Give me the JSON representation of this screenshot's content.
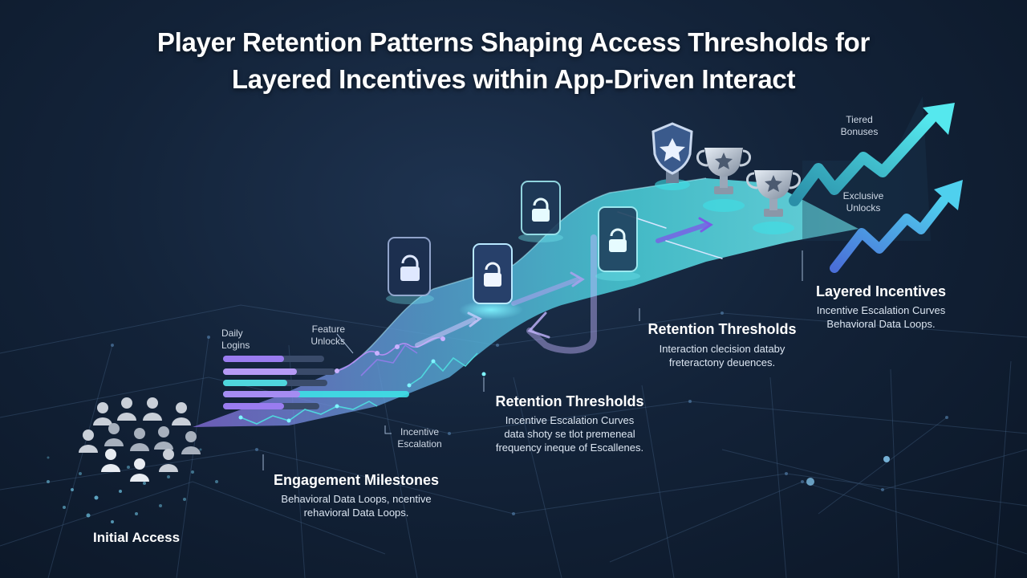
{
  "title": {
    "line1": "Player Retention Patterns Shaping Access Thresholds for",
    "line2": "Layered Incentives within App-Driven Interact"
  },
  "labels": {
    "initial_access": "Initial Access",
    "daily_logins": {
      "line1": "Daily",
      "line2": "Logins"
    },
    "feature_unlocks": {
      "line1": "Feature",
      "line2": "Unlocks"
    },
    "incentive_escalation": {
      "line1": "Incentive",
      "line2": "Escalation"
    },
    "tiered_bonuses": {
      "line1": "Tiered",
      "line2": "Bonuses"
    },
    "exclusive_unlocks": {
      "line1": "Exclusive",
      "line2": "Unlocks"
    }
  },
  "callouts": {
    "engagement": {
      "heading": "Engagement Milestones",
      "line1": "Behavioral Data Loops, ncentive",
      "line2": "rehavioral Data Loops."
    },
    "retention_lower": {
      "heading": "Retention Thresholds",
      "line1": "Incentive Escalation Curves",
      "line2": "data shoty se tlot premeneal",
      "line3": "frequency ineque of Escallenes."
    },
    "retention_upper": {
      "heading": "Retention Thresholds",
      "line1": "Interaction clecision databy",
      "line2": "freteractony deuences."
    },
    "layered": {
      "heading": "Layered Incentives",
      "line1": "Incentive Escalation Curves",
      "line2": "Behavioral Data Loops."
    }
  },
  "icons": [
    "people-icon",
    "lock-icon",
    "shield-star-icon",
    "trophy-icon",
    "trend-arrow-icon"
  ],
  "colors": {
    "background": "#132339",
    "accent_cyan": "#3ee0e6",
    "accent_purple": "#9a7cf0",
    "path_light": "#6fe3ea"
  }
}
